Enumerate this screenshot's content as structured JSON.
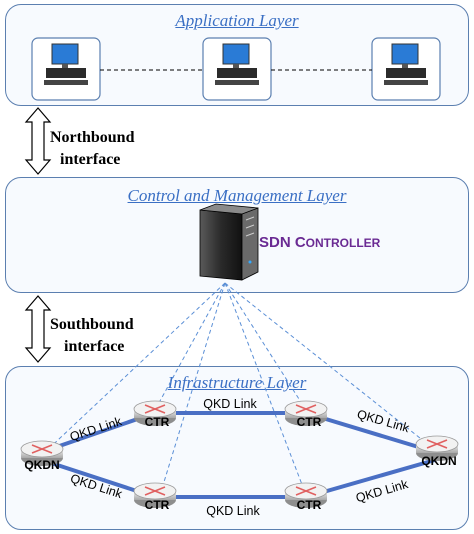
{
  "layers": {
    "application": "Application Layer",
    "control": "Control and Management Layer",
    "infrastructure": "Infrastructure Layer"
  },
  "interfaces": {
    "northbound_line1": "Northbound",
    "northbound_line2": "interface",
    "southbound_line1": "Southbound",
    "southbound_line2": "interface"
  },
  "controller": {
    "label_prefix": "SDN C",
    "label_rest": "ONTROLLER"
  },
  "nodes": {
    "qkdn_left": "QKDN",
    "qkdn_right": "QKDN",
    "ctr_top_left": "CTR",
    "ctr_top_right": "CTR",
    "ctr_bottom_left": "CTR",
    "ctr_bottom_right": "CTR"
  },
  "links": {
    "top_middle": "QKD Link",
    "upper_left": "QKD Link",
    "upper_right": "QKD Link",
    "lower_left": "QKD Link",
    "lower_right": "QKD Link",
    "bottom_middle": "QKD Link"
  },
  "colors": {
    "layer_border": "#5b7fb0",
    "layer_title": "#3a6fc4",
    "qkd_link": "#4a6fc4",
    "control_line": "#5b8fd6",
    "controller_label": "#6a2a93",
    "router_x": "#e06060"
  }
}
